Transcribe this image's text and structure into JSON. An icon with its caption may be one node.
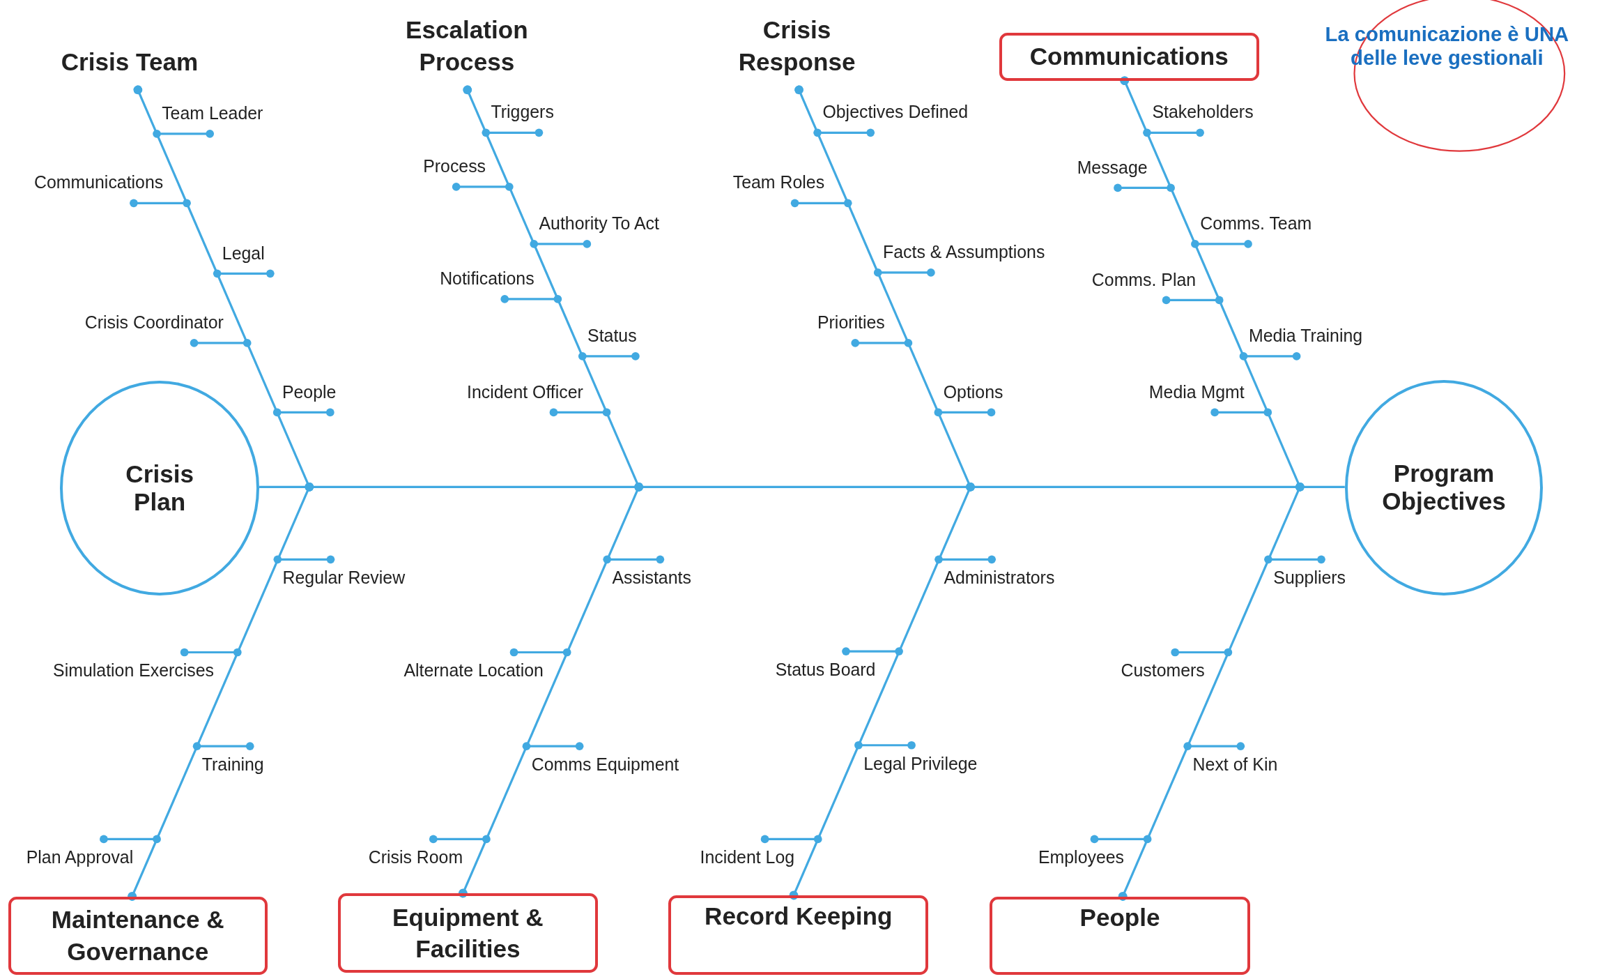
{
  "diagram": {
    "nodes": [
      {
        "text": [
          "Crisis Plan"
        ]
      },
      {
        "text": [
          "Program Objectives"
        ]
      },
      {
        "text": [
          "Crisis Team"
        ]
      },
      {
        "text": [
          "Escalation Process"
        ]
      },
      {
        "text": [
          "Crisis Response"
        ]
      },
      {
        "text": [
          "Communications"
        ]
      },
      {
        "text": [
          "Maintenance & Governance"
        ]
      },
      {
        "text": [
          "Equipment & Facilities"
        ]
      },
      {
        "text": [
          "Record Keeping"
        ]
      },
      {
        "text": [
          "People"
        ]
      },
      {
        "text": [
          "La comunicazione è UNA delle leve gestionali"
        ]
      }
    ],
    "edges": [
      {
        "from": 0,
        "to": 1,
        "arrow": "none"
      },
      {
        "from": 2,
        "to": null,
        "arrow": "other"
      },
      {
        "from": 3,
        "to": null,
        "arrow": "other"
      },
      {
        "from": 4,
        "to": null,
        "arrow": "other"
      },
      {
        "from": 5,
        "to": null,
        "arrow": "other"
      },
      {
        "from": 6,
        "to": null,
        "arrow": "other"
      },
      {
        "from": 7,
        "to": null,
        "arrow": "other"
      },
      {
        "from": 8,
        "to": null,
        "arrow": "other"
      },
      {
        "from": 9,
        "to": null,
        "arrow": "other"
      }
    ],
    "labels": [
      "Team Leader",
      "Communications",
      "Legal",
      "Crisis Coordinator",
      "People",
      "Triggers",
      "Process",
      "Authority To Act",
      "Notifications",
      "Status",
      "Incident Officer",
      "Objectives Defined",
      "Team Roles",
      "Facts & Assumptions",
      "Priorities",
      "Options",
      "Stakeholders",
      "Message",
      "Comms. Team",
      "Comms. Plan",
      "Media Training",
      "Media Mgmt",
      "Regular Review",
      "Simulation Exercises",
      "Training",
      "Plan Approval",
      "Assistants",
      "Alternate Location",
      "Comms Equipment",
      "Crisis Room",
      "Administrators",
      "Status Board",
      "Legal Privilege",
      "Incident Log",
      "Suppliers",
      "Customers",
      "Next of Kin",
      "Employees"
    ]
  }
}
